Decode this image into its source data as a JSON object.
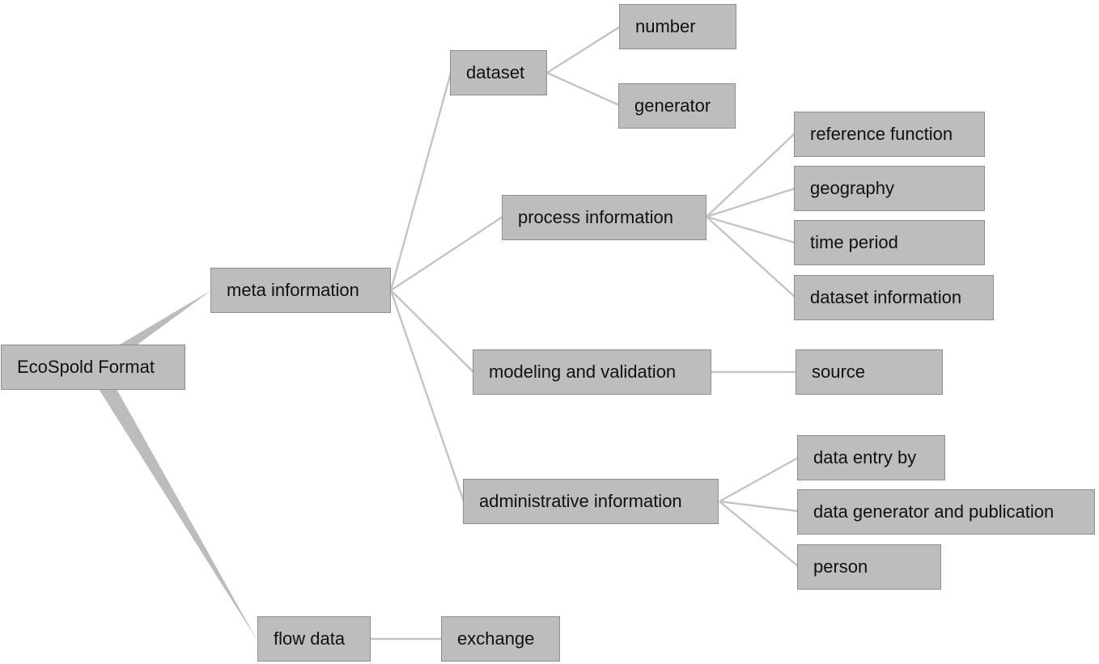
{
  "nodes": {
    "root": "EcoSpold Format",
    "meta": "meta information",
    "flow": "flow data",
    "exchange": "exchange",
    "dataset": "dataset",
    "number": "number",
    "generator": "generator",
    "process": "process information",
    "reference_function": "reference function",
    "geography": "geography",
    "time_period": "time period",
    "dataset_information": "dataset information",
    "modeling": "modeling and validation",
    "source": "source",
    "administrative": "administrative information",
    "data_entry": "data entry by",
    "data_generator": "data generator and publication",
    "person": "person"
  }
}
